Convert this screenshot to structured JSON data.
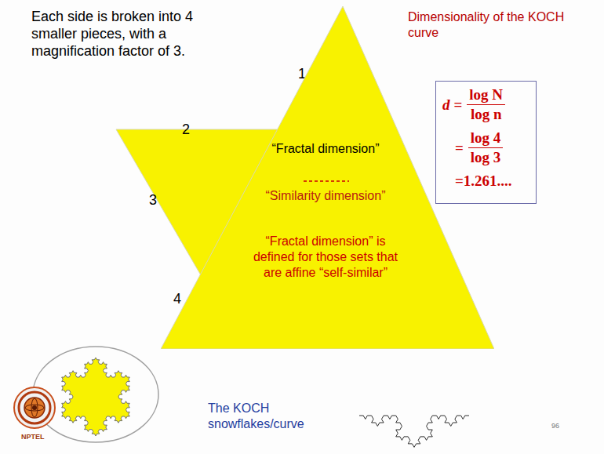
{
  "diagram": {
    "nodes": [
      {
        "text": [
          "“Fractal dimension”",
          "“Similarity dimension”",
          "“Fractal dimension” is defined for those sets that are affine “self-similar”"
        ]
      },
      {
        "text": [
          "d",
          "=",
          "log N",
          "log n",
          "=",
          "log 4",
          "log 3",
          "=1.261...."
        ]
      }
    ],
    "labels": [
      "Each side is broken into 4 smaller pieces, with a magnification factor of 3.",
      "Dimensionality of the KOCH curve",
      "1",
      "2",
      "3",
      "4",
      "The KOCH snowflakes/curve",
      "96",
      "NPTEL"
    ]
  }
}
